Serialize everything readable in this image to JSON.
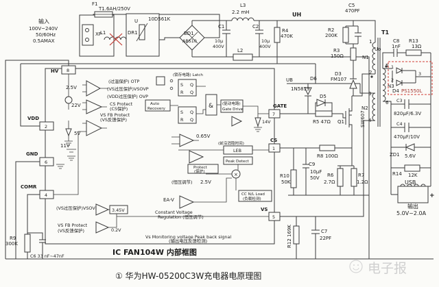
{
  "colors": {
    "line": "#3a3a3a",
    "accent_red": "#c33a33",
    "watermark": "#cfcfcf",
    "background": "#fbfbf8"
  },
  "input": {
    "t1": "输入",
    "t2": "100V~240V",
    "t3": "50/60Hz",
    "t4": "0.5AMAX",
    "f1": "F1",
    "f1v": "T1.6AH/250V",
    "xp": "XP",
    "l1": "L1",
    "u": "U",
    "dr1": "DR1",
    "dr1v": "10D561K"
  },
  "rect": {
    "bd1": "BD1",
    "bd1v": "ABS10",
    "c1": "C1",
    "c1v": "10μ",
    "c1v2": "400V",
    "l3": "L3",
    "l3v": "2.2 mH",
    "c2": "C2",
    "c2v": "10μ",
    "c2v2": "400V",
    "l2": "L2",
    "r4": "R4",
    "r4v": "470K",
    "uh": "UH"
  },
  "clamp": {
    "c5": "C5",
    "c5v": "470PF",
    "r2": "R2",
    "r2v": "200K",
    "r3": "R3",
    "r3v": "150Ω",
    "d3": "D3",
    "d3v": "FM107"
  },
  "tx": {
    "t1": "T1",
    "n1": "N1",
    "n2": "N2",
    "n3": "N3",
    "p1": "1",
    "p2": "2",
    "p3": "3",
    "p4": "4",
    "p5": "5",
    "p6": "6"
  },
  "sec": {
    "uo": "Uo",
    "c8": "C8",
    "c8v": "1nF",
    "r13": "R13",
    "r13v": "13Ω",
    "d4": "D4",
    "d4v": "PS1550L",
    "dp1": "1",
    "dp2": "2",
    "dp3": "3",
    "c3": "C3",
    "c3v": "820μF/6.3V",
    "c4": "C4",
    "c4v": "470μF/10V",
    "zd1": "ZD1",
    "zd1v": "5.6V",
    "r14": "R14",
    "r14v": "12K",
    "usb": "USB",
    "plus": "+",
    "out1": "输出",
    "out2": "5.0V~2.0A"
  },
  "pri": {
    "ub": "UB",
    "d6": "D6",
    "d6v": "1N5819",
    "d5": "D5",
    "r5": "R5 47Ω",
    "q1": "Q1",
    "q1v": "SW607",
    "r6": "R6",
    "r6v": "2.7Ω",
    "r7": "R7",
    "r7v": "1.2Ω",
    "r8": "R8",
    "r8v": "100Ω",
    "c9": "C9",
    "c9v": "10μF",
    "c9v2": "50V",
    "r10": "R10",
    "r10v": "50K",
    "r12": "R12 169K",
    "c7": "C7",
    "c7v": "22PF"
  },
  "ic": {
    "pins": {
      "hv": "HV",
      "hvn": "8",
      "vdd": "VDD",
      "vddn": "2",
      "gnd": "GND",
      "gndn": "6",
      "comr": "COMR",
      "comrn": "4",
      "gate": "GATE",
      "gaten": "7",
      "cs": "CS",
      "csn": "1",
      "vs": "VS",
      "vsn": "5"
    },
    "refs": {
      "v25": "2.5V",
      "v22": "22V",
      "v5": "5V",
      "v11": "11V",
      "v065": "0.65V",
      "v25b": "2.5V",
      "v345": "3.45V",
      "v02": "0.2V",
      "v14": "14V"
    },
    "prot": {
      "otp": "(过温保护) OTP",
      "vsovp": "(VS过压保护)VSOVP",
      "ovp": "(VDD过压保护) OVP",
      "csp1": "CS Protect",
      "csp2": "(CS保护)",
      "rec1": "Auto",
      "rec2": "Recovery",
      "vsfb1": "VS FB Protect",
      "vsfb2": "(VS反馈保护)",
      "vsovp2": "(VS过压保护)VSOVP",
      "vsfb3": "VS FB Protect",
      "vsfb4": "(VS反馈保护)"
    },
    "blk": {
      "latch": "(锁存电路) Latch",
      "s": "S",
      "q": "Q",
      "r": "R",
      "and": "&",
      "drv1": "(驱动电路)",
      "drv2": "Gate Drive",
      "lebcn": "(前沿消隐时间)",
      "leb": "LEB",
      "peak": "Peak Detect",
      "pb1": "Protect",
      "pb2": "(保护)",
      "mult": "×",
      "cvcn": "(恒压调节)",
      "eav": "EA-V",
      "cv1": "Constant Voltage",
      "cv2": "Regulation (恒压调节)",
      "cc1": "CC N/L Load",
      "cc2": "(负载检测)",
      "sig1": "Vs Monitoring voltage Peak back signal",
      "sig2": "(输出电压反馈检测)"
    },
    "ext": {
      "r9": "R9",
      "r9v": "300K",
      "c6": "C6 33 nF~47nF"
    },
    "caption": "IC FAN104W 内部框图"
  },
  "footer": {
    "caption": "① 华为HW-05200C3W充电器电原理图",
    "watermark": "电子报"
  }
}
